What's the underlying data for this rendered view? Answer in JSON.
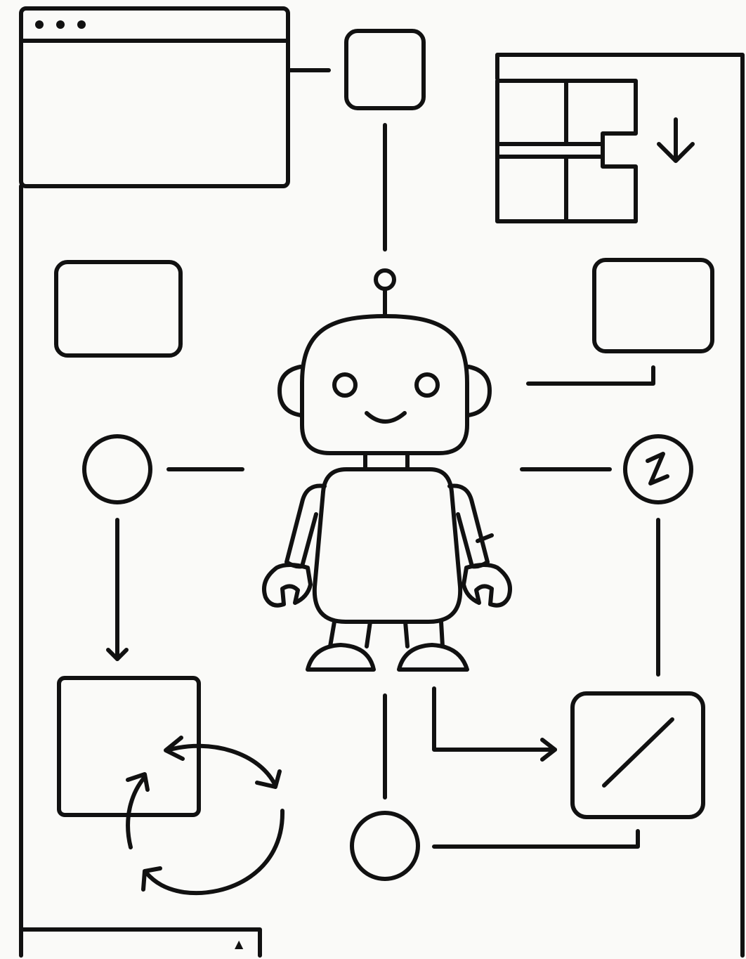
{
  "diagram": {
    "subject": "robot-icon",
    "window_dots": [
      "dot",
      "dot",
      "dot"
    ],
    "panel_caret": "▲",
    "colors": {
      "stroke": "#111111",
      "background": "#fafaf8"
    },
    "icons": [
      "browser-window-icon",
      "square-node-icon",
      "grid-panel-icon",
      "down-arrow-icon",
      "left-card-icon",
      "right-card-icon",
      "left-circle-node-icon",
      "sleep-status-icon",
      "cycle-arrows-icon",
      "slash-box-icon",
      "bottom-circle-node-icon",
      "bottom-panel-icon"
    ]
  }
}
